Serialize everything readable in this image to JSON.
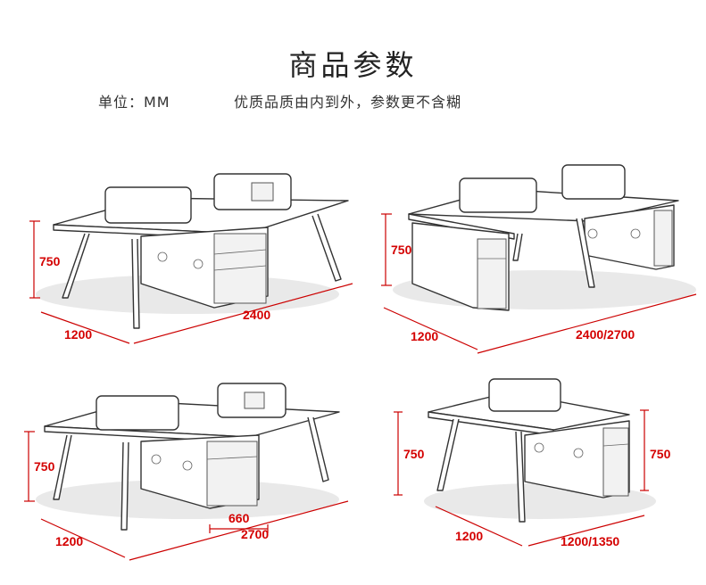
{
  "header": {
    "title": "商品参数",
    "unit": "单位：MM",
    "slogan": "优质品质由内到外，参数更不含糊"
  },
  "diagrams": [
    {
      "id": "desk-2-person-a",
      "height": "750",
      "depth": "1200",
      "width": "2400"
    },
    {
      "id": "desk-2-person-b",
      "height": "750",
      "depth": "1200",
      "width": "2400/2700"
    },
    {
      "id": "desk-2-person-c",
      "height": "750",
      "depth": "1200",
      "cabinet": "660",
      "width": "2700"
    },
    {
      "id": "desk-single",
      "height_left": "750",
      "height_right": "750",
      "depth": "1200",
      "width": "1200/1350"
    }
  ]
}
